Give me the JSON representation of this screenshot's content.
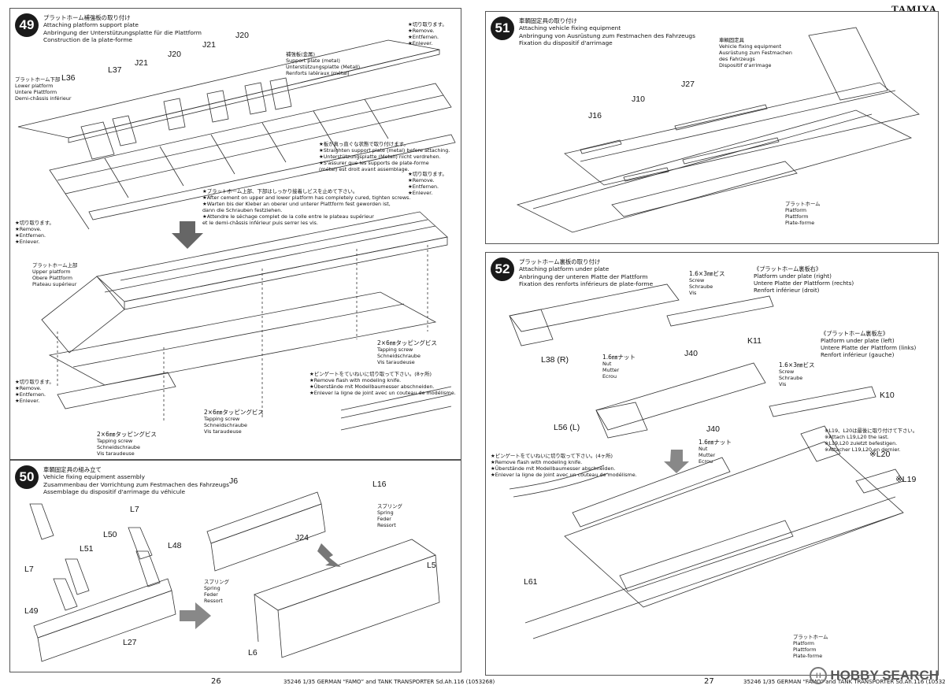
{
  "brand": "TAMIYA",
  "watermark": "HOBBY SEARCH",
  "left_page": {
    "page_number": "26",
    "footer": "35246 1/35 GERMAN “FAMO” and TANK TRANSPORTER Sd.Ah.116 (1053268)"
  },
  "right_page": {
    "page_number": "27",
    "footer": "35246 1/35 GERMAN “FAMO” and TANK TRANSPORTER Sd.Ah.116 (1053268)"
  },
  "step49": {
    "number": "49",
    "titles": [
      "プラットホーム補強板の取り付け",
      "Attaching platform support plate",
      "Anbringung der Unterstützungsplatte für die Plattform",
      "Construction de la plate-forme"
    ],
    "parts": [
      "L36",
      "L37",
      "J21",
      "J20",
      "J21",
      "J20"
    ],
    "lower_platform": [
      "プラットホーム下部",
      "Lower platform",
      "Untere Plattform",
      "Demi-châssis inférieur"
    ],
    "support_plate": [
      "補強板(金属)",
      "Support plate (metal)",
      "Unterstützungsplatte (Metall)",
      "Renforts latéraux (métal)"
    ],
    "remove_note": [
      "★切り取ります。",
      "★Remove.",
      "★Entfernen.",
      "★Enlever."
    ],
    "straighten_note": [
      "★板が真っ直ぐな状態で取り付けます。",
      "★Straighten support plate (metal) before attaching.",
      "★Unterstützungsplatte (Metall) nicht verdrehen.",
      "★S'assurer que les supports de plate-forme",
      "(métal) est droit avant assemblage."
    ],
    "cement_note": [
      "★プラットホーム上部、下部はしっかり接着しビスを止めて下さい。",
      "★After cement on upper and lower platform has completely cured, tighten screws.",
      "★Warten bis der Kleber an oberer und unterer Plattform fest geworden ist,",
      "  dann die Schrauben festziehen.",
      "★Attendre le séchage complet de la colle entre le plateau supérieur",
      "  et le demi-châssis inférieur puis serrer les vis."
    ],
    "upper_platform": [
      "プラットホーム上部",
      "Upper platform",
      "Obere Plattform",
      "Plateau supérieur"
    ],
    "screw_label": "2×6㎜タッピングビス",
    "screw_names": [
      "Tapping screw",
      "Schneidschraube",
      "Vis taraudeuse"
    ],
    "flash_note": [
      "★ピンゲートをていねいに切り取って下さい。(8ヶ所)",
      "★Remove flash with modeling knife.",
      "★Überstände mit Modellbaumesser abschneiden.",
      "★Enlever la ligne de joint avec un couteau de modélisme."
    ]
  },
  "step50": {
    "number": "50",
    "titles": [
      "車輌固定具の組み立て",
      "Vehicle fixing equipment assembly",
      "Zusammenbau der Vorrichtung zum Festmachen des Fahrzeugs",
      "Assemblage du dispositif d'arrimage du véhicule"
    ],
    "parts": [
      "L7",
      "L50",
      "L48",
      "L51",
      "L7",
      "L49",
      "L27",
      "J6",
      "L16",
      "J24",
      "L5",
      "L6"
    ],
    "spring": [
      "スプリング",
      "Spring",
      "Feder",
      "Ressort"
    ]
  },
  "step51": {
    "number": "51",
    "titles": [
      "車輌固定具の取り付け",
      "Attaching vehicle fixing equipment",
      "Anbringung von Ausrüstung zum Festmachen des Fahrzeugs",
      "Fixation du dispositif d'arrimage"
    ],
    "parts": [
      "J27",
      "J10",
      "J16"
    ],
    "equipment": [
      "車輌固定具",
      "Vehicle fixing equipment",
      "Ausrüstung zum Festmachen",
      "des Fahrzeugs",
      "Dispositif d'arrimage"
    ],
    "platform": [
      "プラットホーム",
      "Platform",
      "Plattform",
      "Plate-forme"
    ]
  },
  "step52": {
    "number": "52",
    "titles": [
      "プラットホーム裏板の取り付け",
      "Attaching platform under plate",
      "Anbringung der unteren Platte der Plattform",
      "Fixation des renforts inférieurs de plate-forme"
    ],
    "screw_label": "1.6×3㎜ビス",
    "screw_names": [
      "Screw",
      "Schraube",
      "Vis"
    ],
    "under_right": [
      "《プラットホーム裏板右》",
      "Platform under plate (right)",
      "Untere Platte der Plattform (rechts)",
      "Renfort inférieur (droit)"
    ],
    "under_left": [
      "《プラットホーム裏板左》",
      "Platform under plate (left)",
      "Untere Platte der Plattform (links)",
      "Renfort inférieur (gauche)"
    ],
    "nut_label": "1.6㎜ナット",
    "nut_names": [
      "Nut",
      "Mutter",
      "Ecrou"
    ],
    "parts": [
      "K11",
      "J40",
      "L38 (R)",
      "K10",
      "L56 (L)",
      "J40",
      "※L20",
      "※L19",
      "L61"
    ],
    "attach_last": [
      "※L19、L20は最後に取り付けて下さい。",
      "※Attach L19,L20 the last.",
      "※L19,L20 zuletzt befestigen.",
      "※Attacher L19,L20 en dernier."
    ],
    "flash_note": [
      "★ピンゲートをていねいに切り取って下さい。(4ヶ所)",
      "★Remove flash with modeling knife.",
      "★Überstände mit Modellbaumesser abschneiden.",
      "★Enlever la ligne de joint avec un couteau de modélisme."
    ],
    "platform": [
      "プラットホーム",
      "Platform",
      "Plattform",
      "Plate-forme"
    ]
  }
}
